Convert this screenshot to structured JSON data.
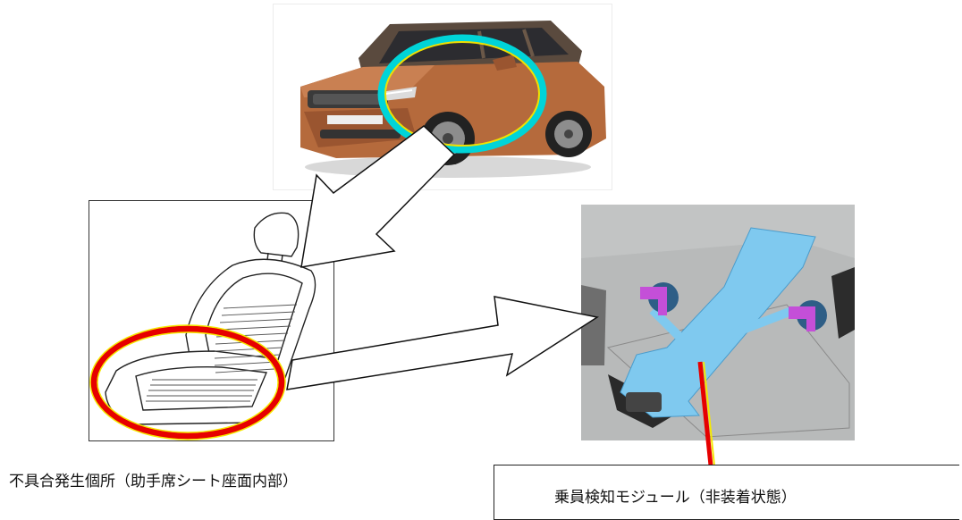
{
  "captions": {
    "defect_location": "不具合発生個所（助手席シート座面内部）",
    "detection_module": "乗員検知モジュール（非装着状態）"
  },
  "icons": [
    "car-photo",
    "seat-diagram",
    "occupant-sensor-module",
    "arrow",
    "highlight-ellipse"
  ],
  "colors": {
    "car_highlight_outer": "#00d4d8",
    "car_highlight_inner": "#f0e000",
    "seat_highlight_outer": "#e60000",
    "seat_highlight_inner": "#f5e800",
    "module_body": "#7fc9ef",
    "module_connector": "#c44fd8",
    "pointer_line": "#e60000"
  }
}
